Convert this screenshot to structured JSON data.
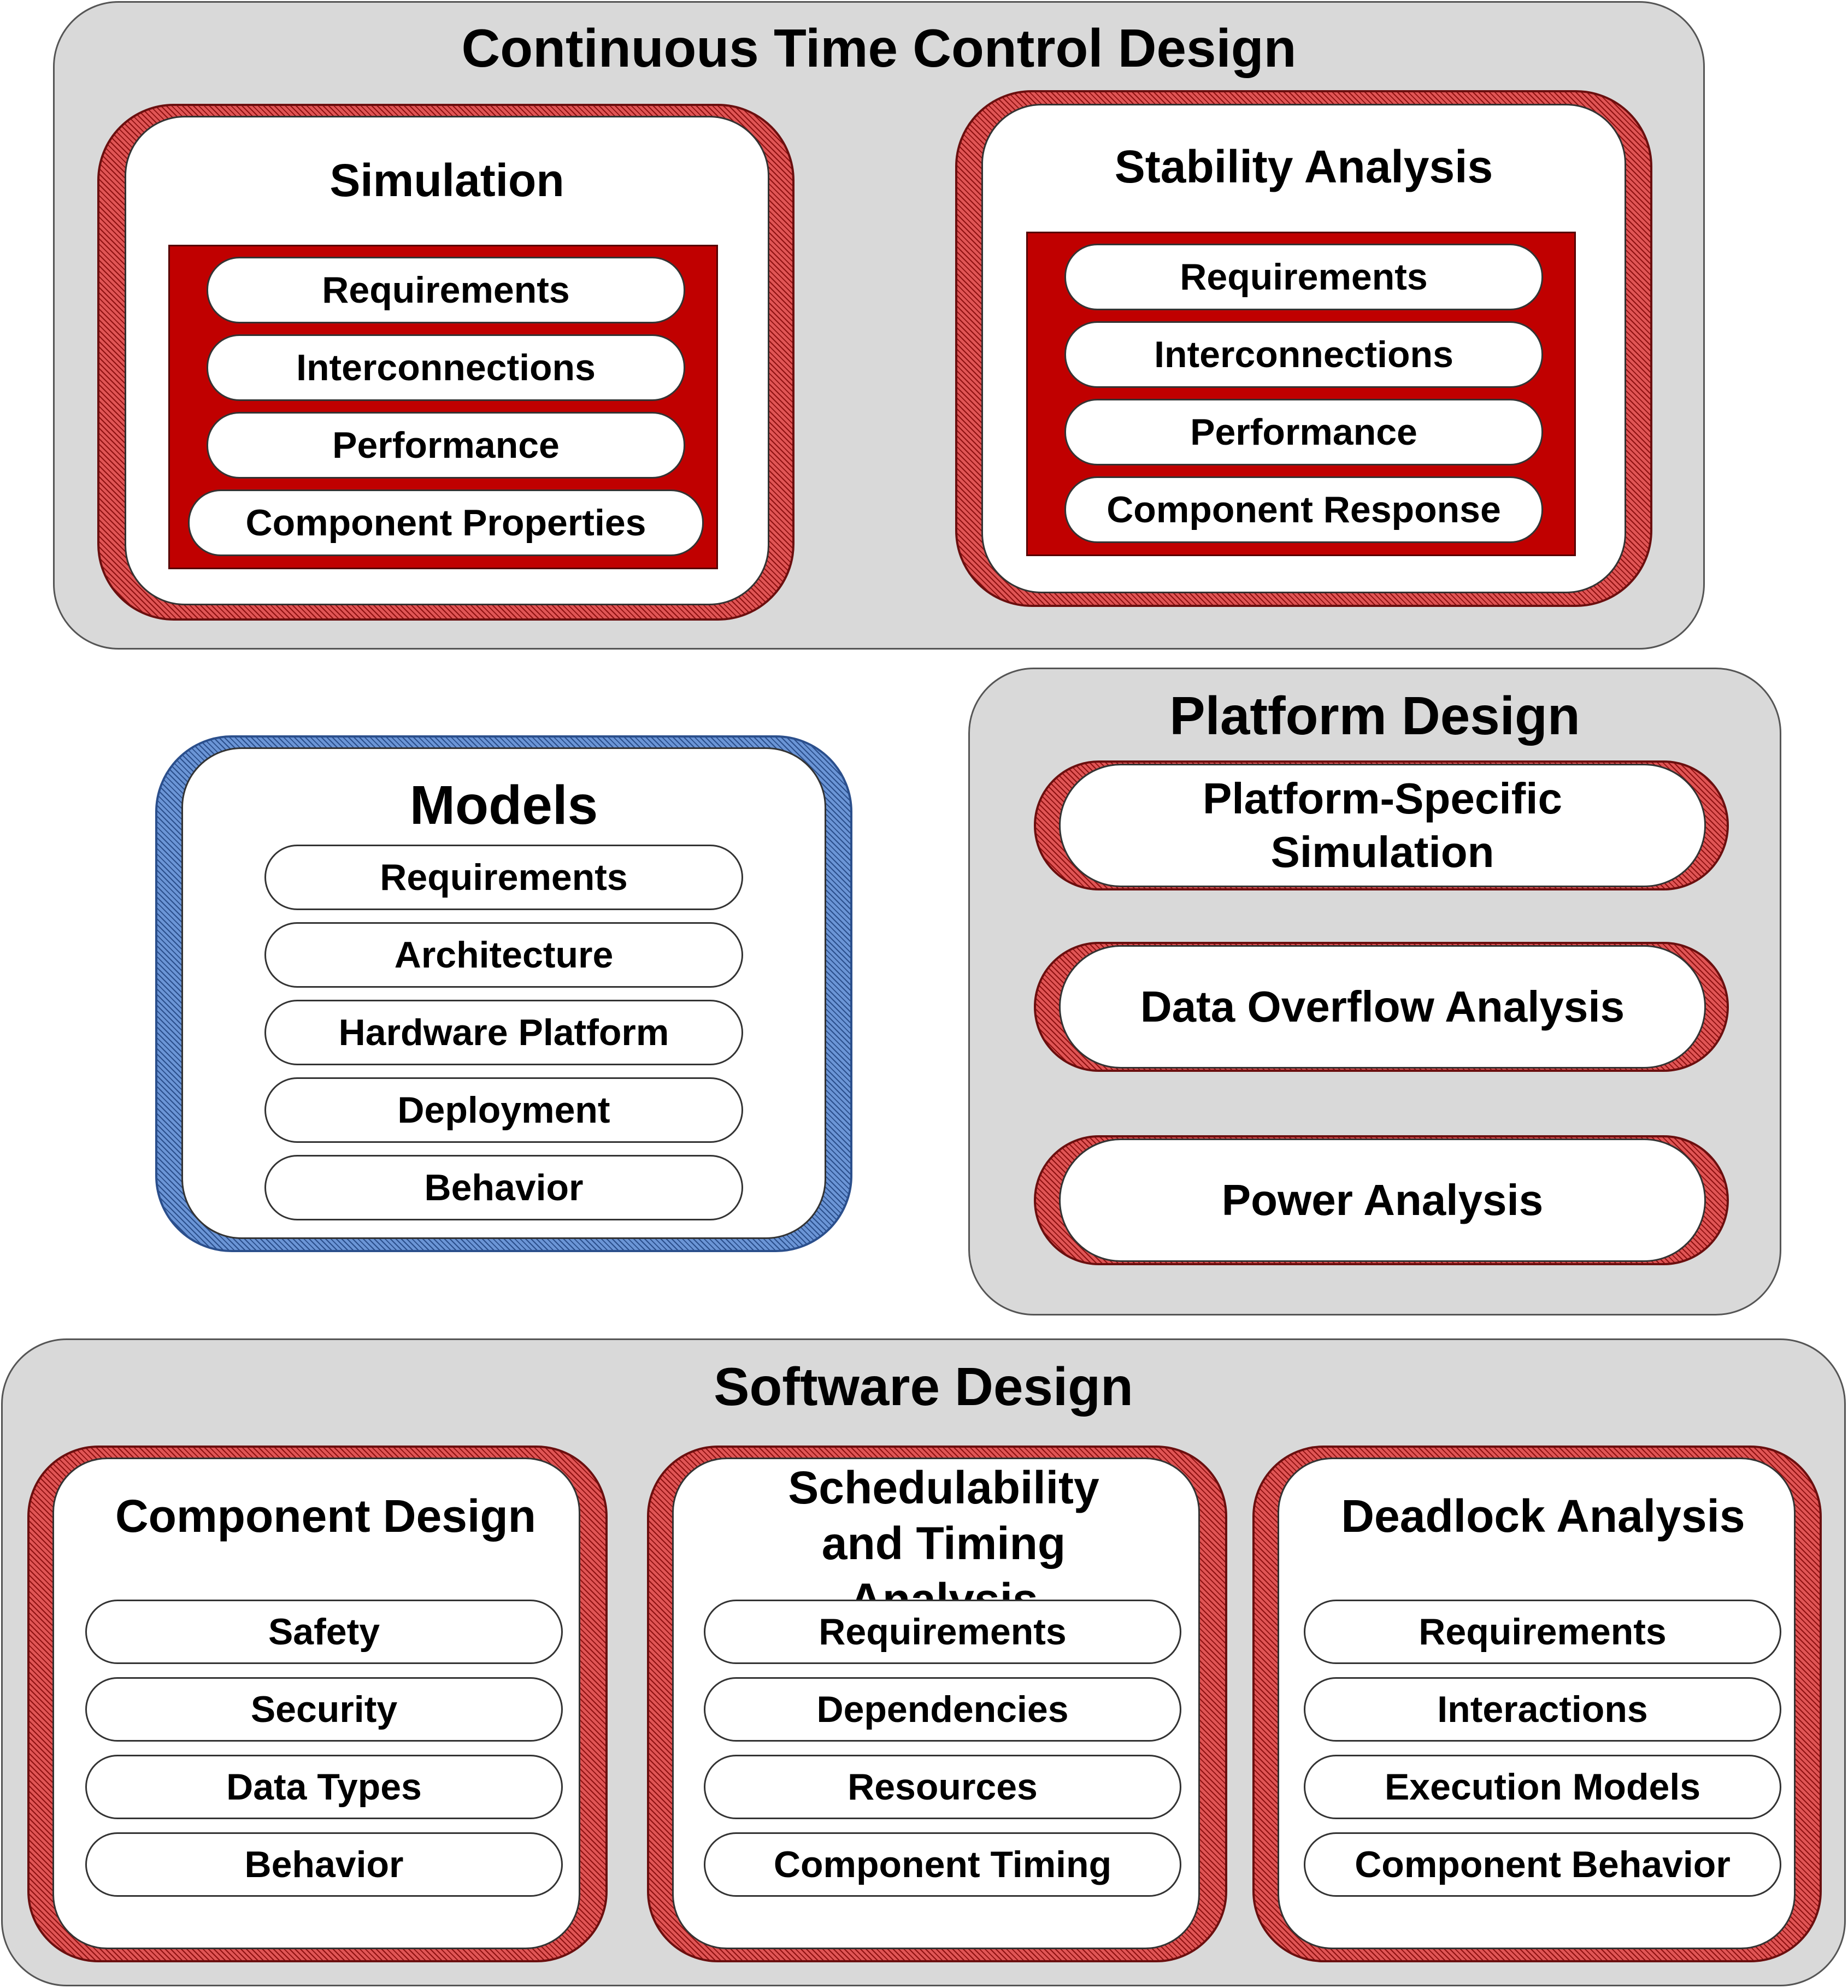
{
  "ctcd": {
    "title": "Continuous Time Control Design",
    "simulation": {
      "title": "Simulation",
      "items": [
        "Requirements",
        "Interconnections",
        "Performance",
        "Component Properties"
      ]
    },
    "stability": {
      "title": "Stability Analysis",
      "items": [
        "Requirements",
        "Interconnections",
        "Performance",
        "Component Response"
      ]
    }
  },
  "models": {
    "title": "Models",
    "items": [
      "Requirements",
      "Architecture",
      "Hardware Platform",
      "Deployment",
      "Behavior"
    ]
  },
  "platform": {
    "title": "Platform Design",
    "items": [
      "Platform-Specific Simulation",
      "Data Overflow Analysis",
      "Power Analysis"
    ]
  },
  "software": {
    "title": "Software Design",
    "component": {
      "title": "Component Design",
      "items": [
        "Safety",
        "Security",
        "Data Types",
        "Behavior"
      ]
    },
    "schedulability": {
      "title": "Schedulability and Timing Analysis",
      "items": [
        "Requirements",
        "Dependencies",
        "Resources",
        "Component Timing"
      ]
    },
    "deadlock": {
      "title": "Deadlock Analysis",
      "items": [
        "Requirements",
        "Interactions",
        "Execution Models",
        "Component Behavior"
      ]
    }
  }
}
